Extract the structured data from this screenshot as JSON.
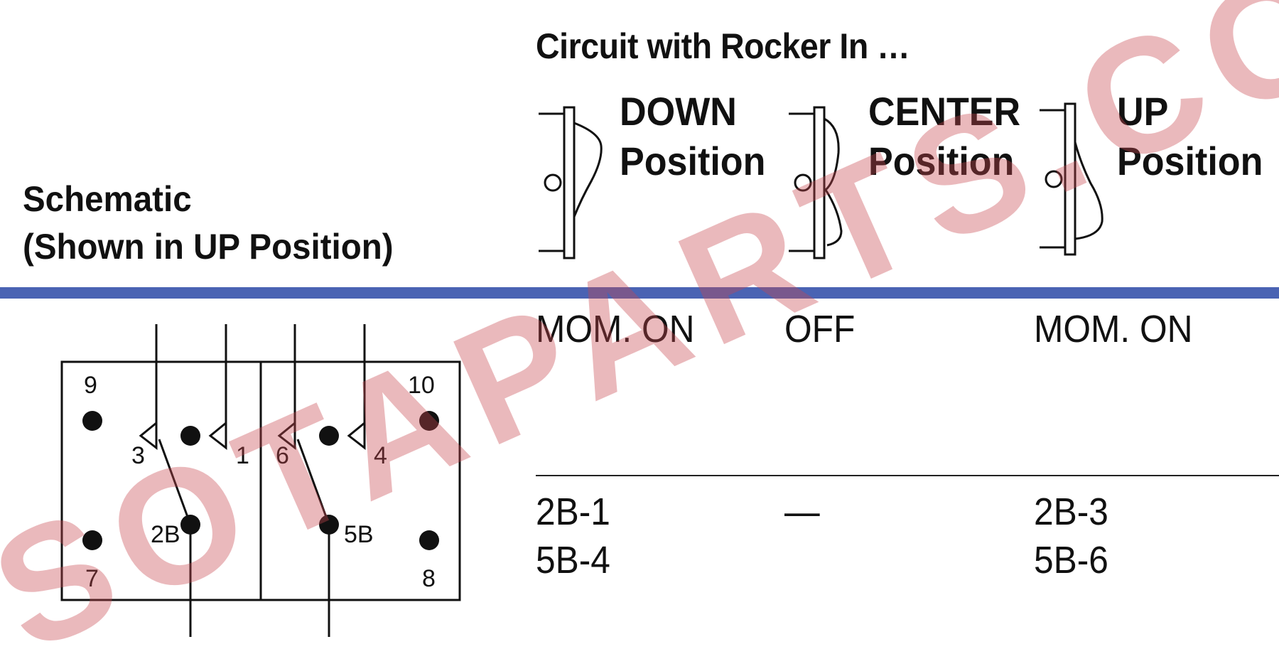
{
  "header": {
    "title": "Circuit with Rocker In …"
  },
  "positions": [
    {
      "line1": "DOWN",
      "line2": "Position"
    },
    {
      "line1": "CENTER",
      "line2": "Position"
    },
    {
      "line1": "UP",
      "line2": "Position"
    }
  ],
  "schematic": {
    "title_line1": "Schematic",
    "title_line2": "(Shown in UP Position)",
    "terminals": {
      "t9": "9",
      "t10": "10",
      "t7": "7",
      "t8": "8",
      "t3": "3",
      "t1": "1",
      "t6": "6",
      "t4": "4",
      "t2b": "2B",
      "t5b": "5B"
    }
  },
  "states": {
    "down": "MOM. ON",
    "center": "OFF",
    "up": "MOM. ON"
  },
  "connections": {
    "down": [
      "2B-1",
      "5B-4"
    ],
    "center": "—",
    "up": [
      "2B-3",
      "5B-6"
    ]
  },
  "watermark": "SOTAPARTS.COM",
  "colors": {
    "band": "#4a63b3",
    "watermark": "#c9484f",
    "ink": "#111111"
  }
}
